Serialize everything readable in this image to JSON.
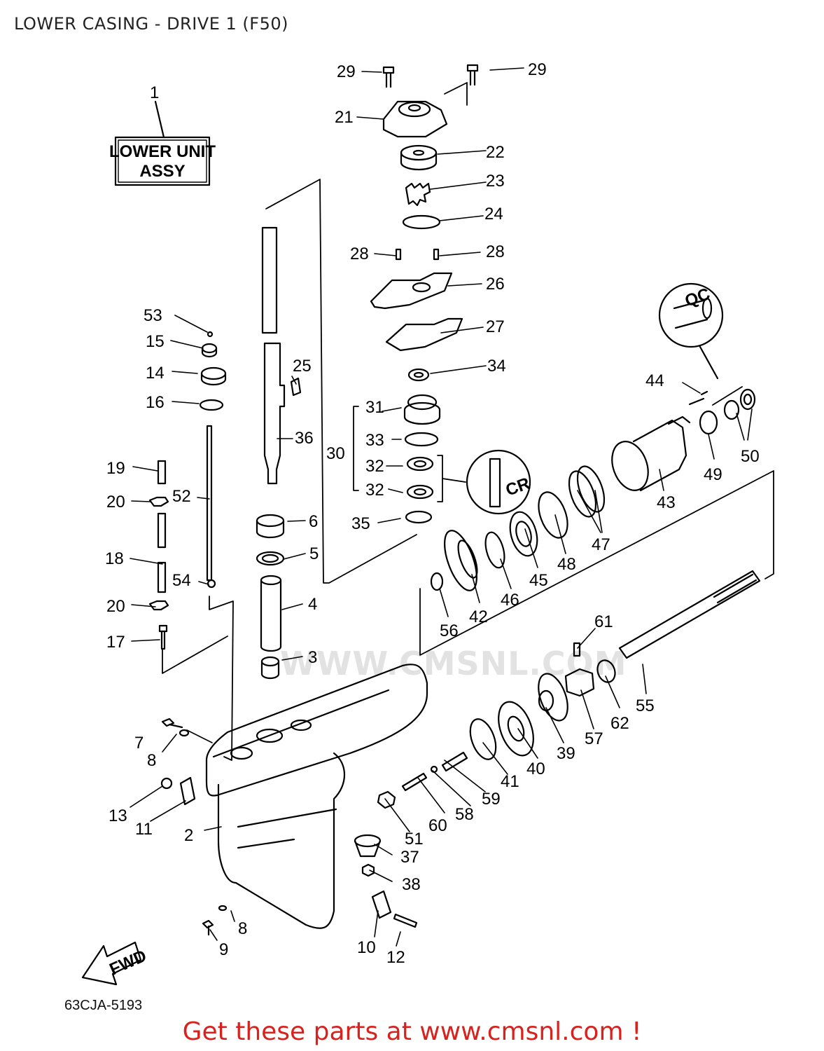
{
  "title": "LOWER CASING - DRIVE 1 (F50)",
  "assembly_box": {
    "line1": "LOWER UNIT",
    "line2": "ASSY",
    "callout": "1"
  },
  "fwd_label": "FWD",
  "watermark": "WWW.CMSNL.COM",
  "diagram_code": "63CJA-5193",
  "footer": "Get these parts at www.cmsnl.com !",
  "parts": [
    {
      "id": "p1",
      "number": "1"
    },
    {
      "id": "p2",
      "number": "2"
    },
    {
      "id": "p3",
      "number": "3"
    },
    {
      "id": "p4",
      "number": "4"
    },
    {
      "id": "p5",
      "number": "5"
    },
    {
      "id": "p6",
      "number": "6"
    },
    {
      "id": "p7",
      "number": "7"
    },
    {
      "id": "p8a",
      "number": "8"
    },
    {
      "id": "p8b",
      "number": "8"
    },
    {
      "id": "p9",
      "number": "9"
    },
    {
      "id": "p10",
      "number": "10"
    },
    {
      "id": "p11",
      "number": "11"
    },
    {
      "id": "p12",
      "number": "12"
    },
    {
      "id": "p13",
      "number": "13"
    },
    {
      "id": "p14",
      "number": "14"
    },
    {
      "id": "p15",
      "number": "15"
    },
    {
      "id": "p16",
      "number": "16"
    },
    {
      "id": "p17",
      "number": "17"
    },
    {
      "id": "p18",
      "number": "18"
    },
    {
      "id": "p19",
      "number": "19"
    },
    {
      "id": "p20a",
      "number": "20"
    },
    {
      "id": "p20b",
      "number": "20"
    },
    {
      "id": "p21",
      "number": "21"
    },
    {
      "id": "p22",
      "number": "22"
    },
    {
      "id": "p23",
      "number": "23"
    },
    {
      "id": "p24",
      "number": "24"
    },
    {
      "id": "p25",
      "number": "25"
    },
    {
      "id": "p26",
      "number": "26"
    },
    {
      "id": "p27",
      "number": "27"
    },
    {
      "id": "p28a",
      "number": "28"
    },
    {
      "id": "p28b",
      "number": "28"
    },
    {
      "id": "p29a",
      "number": "29"
    },
    {
      "id": "p29b",
      "number": "29"
    },
    {
      "id": "p30",
      "number": "30"
    },
    {
      "id": "p31",
      "number": "31"
    },
    {
      "id": "p32a",
      "number": "32"
    },
    {
      "id": "p32b",
      "number": "32"
    },
    {
      "id": "p33",
      "number": "33"
    },
    {
      "id": "p34",
      "number": "34"
    },
    {
      "id": "p35",
      "number": "35"
    },
    {
      "id": "p36",
      "number": "36"
    },
    {
      "id": "p37",
      "number": "37"
    },
    {
      "id": "p38",
      "number": "38"
    },
    {
      "id": "p39",
      "number": "39"
    },
    {
      "id": "p40",
      "number": "40"
    },
    {
      "id": "p41",
      "number": "41"
    },
    {
      "id": "p42",
      "number": "42"
    },
    {
      "id": "p43",
      "number": "43"
    },
    {
      "id": "p44",
      "number": "44"
    },
    {
      "id": "p45",
      "number": "45"
    },
    {
      "id": "p46",
      "number": "46"
    },
    {
      "id": "p47",
      "number": "47"
    },
    {
      "id": "p48",
      "number": "48"
    },
    {
      "id": "p49",
      "number": "49"
    },
    {
      "id": "p50",
      "number": "50"
    },
    {
      "id": "p51",
      "number": "51"
    },
    {
      "id": "p52",
      "number": "52"
    },
    {
      "id": "p53",
      "number": "53"
    },
    {
      "id": "p54",
      "number": "54"
    },
    {
      "id": "p55",
      "number": "55"
    },
    {
      "id": "p56",
      "number": "56"
    },
    {
      "id": "p57",
      "number": "57"
    },
    {
      "id": "p58",
      "number": "58"
    },
    {
      "id": "p59",
      "number": "59"
    },
    {
      "id": "p60",
      "number": "60"
    },
    {
      "id": "p61",
      "number": "61"
    },
    {
      "id": "p62",
      "number": "62"
    }
  ]
}
